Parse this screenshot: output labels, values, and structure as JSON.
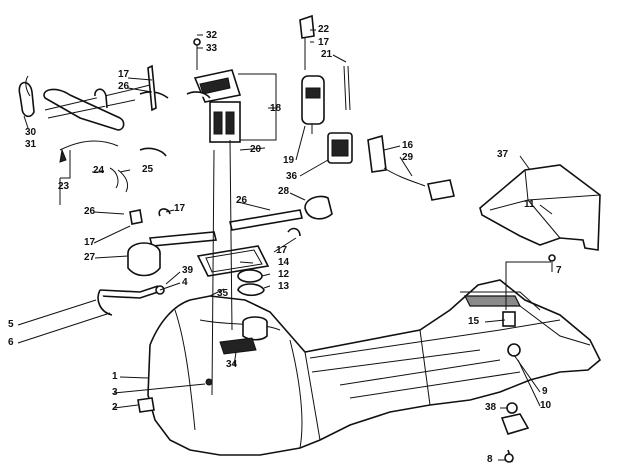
{
  "diagram": {
    "callouts": {
      "c1": "1",
      "c2": "2",
      "c3": "3",
      "c4": "4",
      "c5": "5",
      "c6": "6",
      "c7": "7",
      "c8": "8",
      "c9": "9",
      "c10": "10",
      "c11": "11",
      "c12": "12",
      "c13": "13",
      "c14": "14",
      "c15": "15",
      "c16": "16",
      "c17a": "17",
      "c17b": "17",
      "c17c": "17",
      "c17d": "17",
      "c17e": "17",
      "c18": "18",
      "c19": "19",
      "c20": "20",
      "c21": "21",
      "c22": "22",
      "c23": "23",
      "c24": "24",
      "c25": "25",
      "c26a": "26",
      "c26b": "26",
      "c26c": "26",
      "c27": "27",
      "c28": "28",
      "c29": "29",
      "c30": "30",
      "c31": "31",
      "c32": "32",
      "c33": "33",
      "c34": "34",
      "c35": "35",
      "c36": "36",
      "c37": "37",
      "c38": "38",
      "c39": "39"
    },
    "colors": {
      "ink": "#111111",
      "shade": "#8a8a8a",
      "background": "#ffffff"
    }
  }
}
